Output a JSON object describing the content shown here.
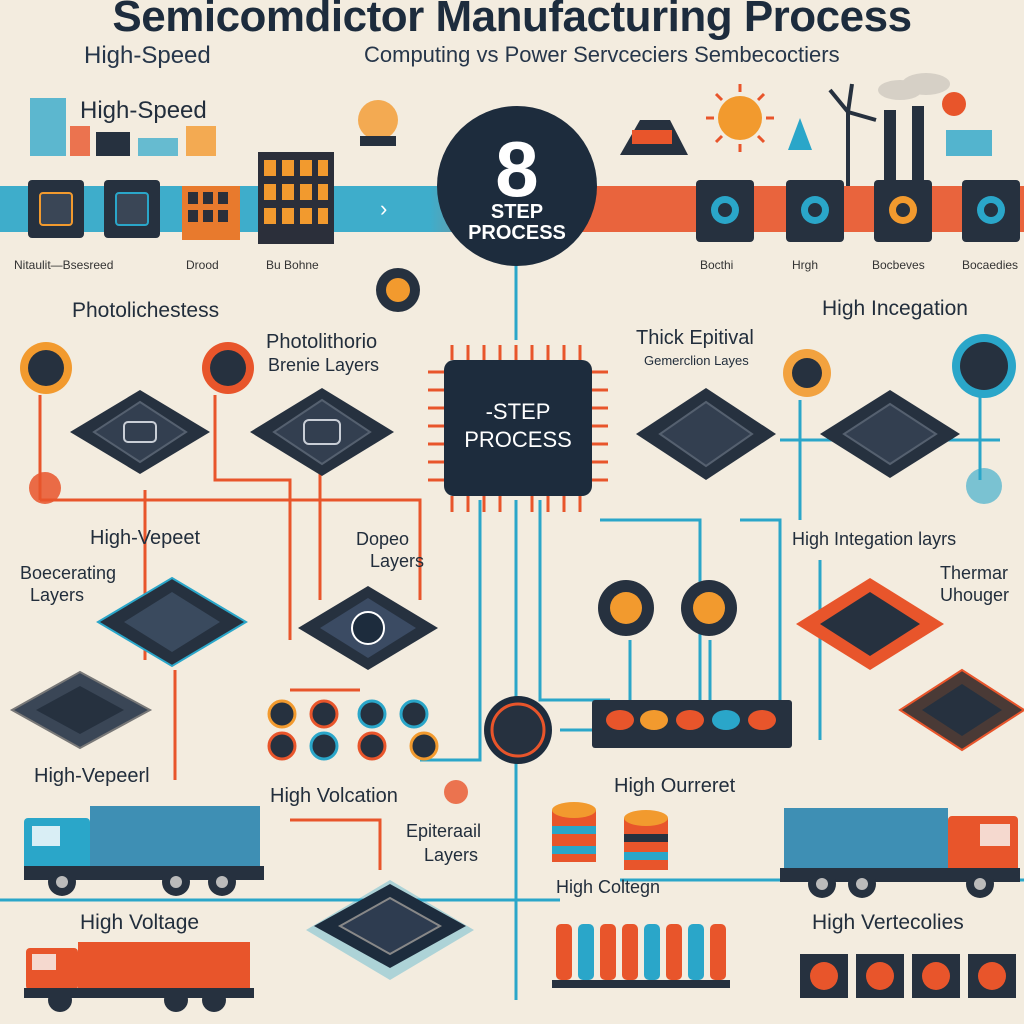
{
  "title": "Semicomdictor Manufacturing Process",
  "subtitle_left": "High-Speed",
  "subtitle_right": "Computing vs Power Servceciers Sembecoctiers",
  "badge": {
    "number": "8",
    "text": "STEP PROCESS"
  },
  "center_chip": {
    "line1": "-STEP",
    "line2": "PROCESS"
  },
  "top_left_label": "High-Speed",
  "strip_labels_left": [
    "Nitaulit—Bsesreed",
    "Drood",
    "Bu Bohne"
  ],
  "strip_labels_right": [
    "Bocthi",
    "Hrgh",
    "Bocbeves",
    "Bocaedies"
  ],
  "labels": {
    "photolichestess": "Photolichestess",
    "photolithorio_1": "Photolithorio",
    "photolithorio_2": "Brenie Layers",
    "thick_1": "Thick Epitival",
    "thick_2": "Gemerclion Layes",
    "high_incegation": "High Incegation",
    "high_vepeet": "High-Vepeet",
    "boecerating_1": "Boecerating",
    "boecerating_2": "Layers",
    "doped_1": "Dopeo",
    "doped_2": "Layers",
    "high_integation_layrs": "High Integation layrs",
    "thermar_1": "Thermar",
    "thermar_2": "Uhouger",
    "high_vepeerl": "High-Vepeerl",
    "high_volcation": "High Volcation",
    "epiteraail_1": "Epiteraail",
    "epiteraail_2": "Layers",
    "high_ourreret": "High Ourreret",
    "high_coltegn": "High Coltegn",
    "high_voltage": "High Voltage",
    "high_vertecolies": "High Vertecolies"
  },
  "colors": {
    "background": "#f3ecdf",
    "navy": "#1d2c3d",
    "teal": "#2aa6c9",
    "orange": "#e8552b",
    "amber": "#f29a2e"
  }
}
